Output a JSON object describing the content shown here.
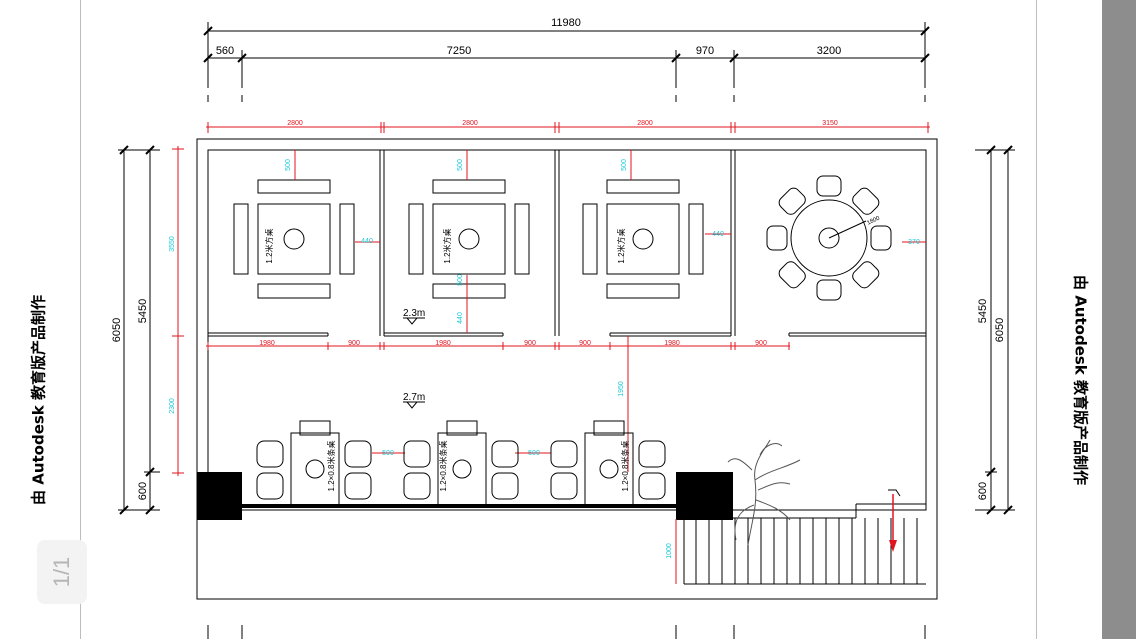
{
  "watermark": {
    "text": "由 Autodesk 教育版产品制作"
  },
  "page_indicator": "1/1",
  "dims": {
    "total_width": "11980",
    "top_segments": [
      "560",
      "7250",
      "970",
      "3200"
    ],
    "room_widths": [
      "2800",
      "2800",
      "2800",
      "3150"
    ],
    "room_depth": "3550",
    "left_outer": "6050",
    "left_inner": "5450",
    "left_bottom": "600",
    "right_outer": "6050",
    "right_inner": "5450",
    "right_bottom": "600",
    "corridor_depth": "2300",
    "corridor_segments": [
      "1980",
      "900",
      "1980",
      "900",
      "900",
      "1980",
      "900"
    ],
    "gap_500": "500",
    "gap_440": "440",
    "gap_370": "370",
    "gap_1950": "1950",
    "stair_1000": "1000",
    "round_table_dia": "1800",
    "bottom_gap": "500"
  },
  "labels": {
    "ceiling_23": "2.3m",
    "ceiling_27": "2.7m",
    "square_table": "1.2米方桌",
    "rect_table": "1.2×0.8米条桌"
  }
}
